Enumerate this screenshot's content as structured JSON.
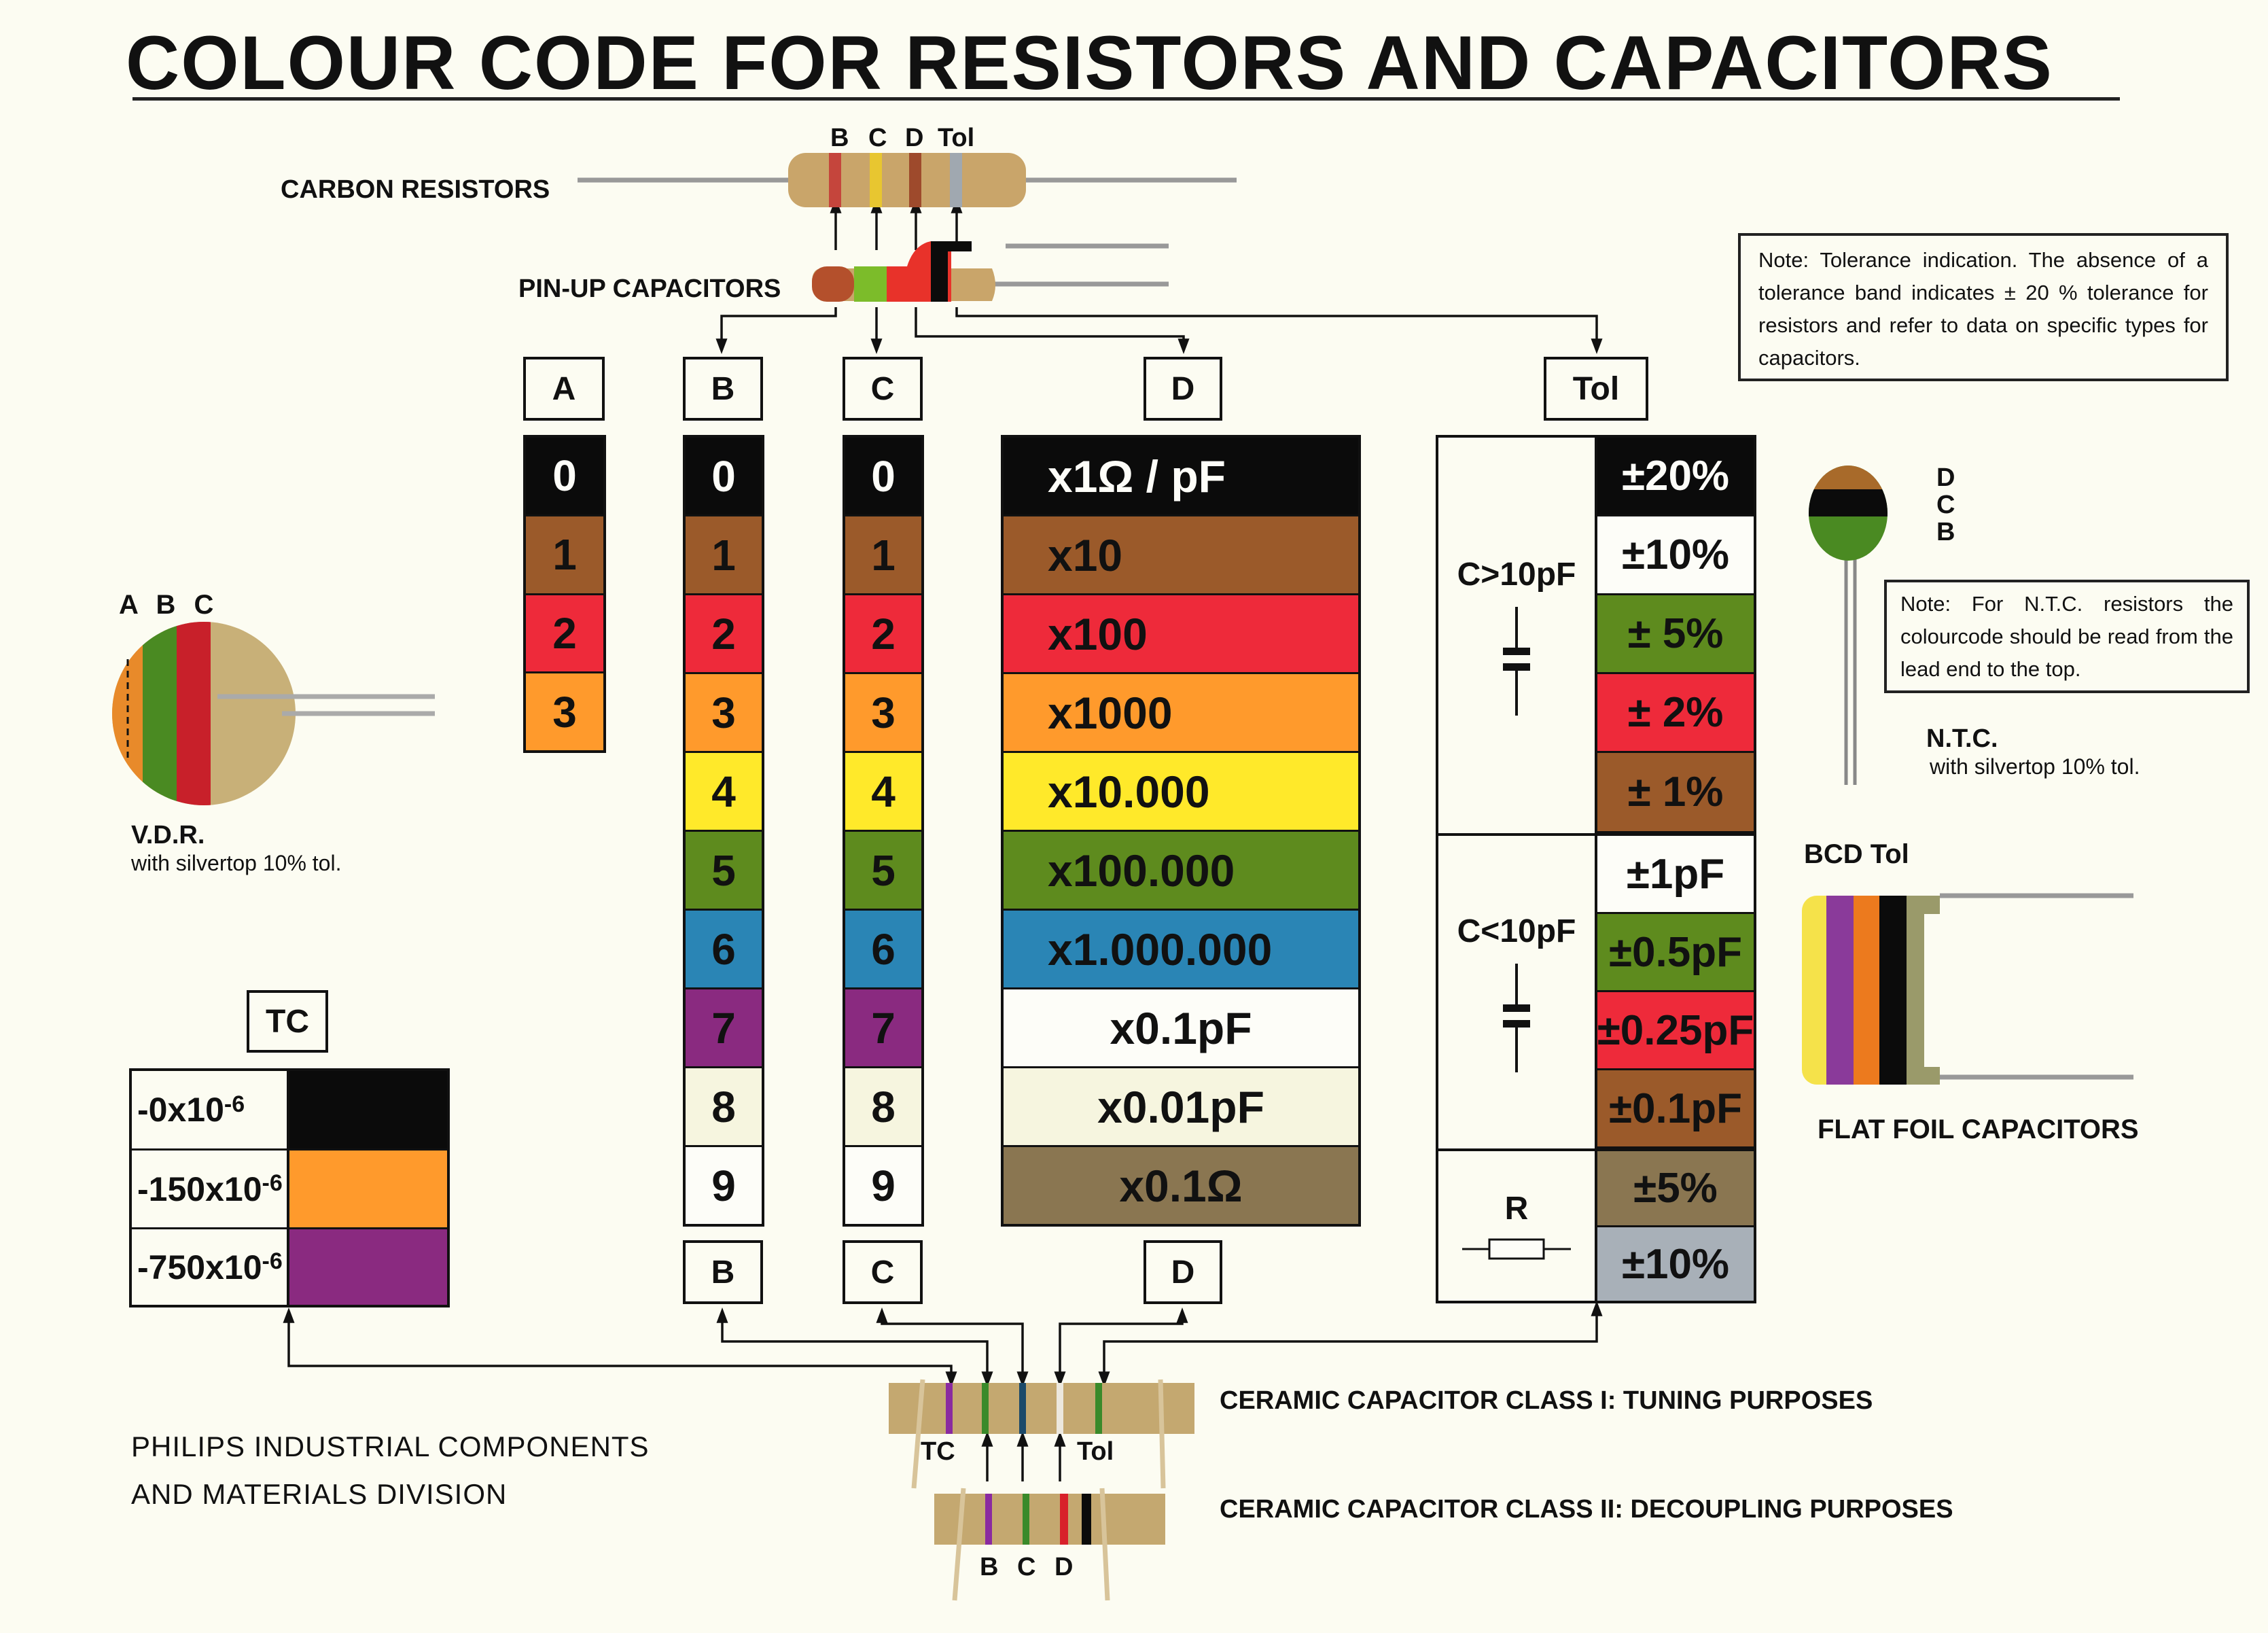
{
  "title": "COLOUR CODE FOR RESISTORS AND CAPACITORS",
  "colors": {
    "black": "#0b0b0b",
    "brown": "#9b5a2a",
    "red": "#ee2a3a",
    "orange": "#ff9a2c",
    "yellow": "#ffe92a",
    "green": "#5e8b1e",
    "blue": "#2a85b5",
    "violet": "#8a2a80",
    "grey": "#a8b0b8",
    "white": "#fdfdf8",
    "cream": "#f6f5df",
    "gold": "#8a7651",
    "page": "#fcfcf2"
  },
  "components": {
    "carbon_resistors": {
      "label": "CARBON RESISTORS",
      "band_labels": [
        "B",
        "C",
        "D",
        "Tol"
      ]
    },
    "pinup_capacitors": {
      "label": "PIN-UP CAPACITORS"
    },
    "vdr": {
      "band_labels": "A B C",
      "title": "V.D.R.",
      "subtitle": "with silvertop 10% tol."
    },
    "ntc": {
      "band_labels": [
        "D",
        "C",
        "B"
      ],
      "title": "N.T.C.",
      "subtitle": "with silvertop 10% tol."
    },
    "flat_foil": {
      "band_labels": "BCD Tol",
      "label": "FLAT FOIL CAPACITORS"
    },
    "ceramic_class1": {
      "label": "CERAMIC CAPACITOR CLASS  I: TUNING PURPOSES",
      "tc_label": "TC",
      "tol_label": "Tol"
    },
    "ceramic_class2": {
      "label": "CERAMIC CAPACITOR CLASS II: DECOUPLING PURPOSES",
      "band_labels": [
        "B",
        "C",
        "D"
      ]
    }
  },
  "notes": {
    "tolerance": "Note: Tolerance indication. The absence of a tolerance band indicates ± 20 % tolerance for resistors and refer to data on specific types for capacitors.",
    "ntc": "Note: For N.T.C. resistors the colourcode should be read from the lead end to the top."
  },
  "headers": {
    "A": "A",
    "B": "B",
    "C": "C",
    "D": "D",
    "Tol": "Tol",
    "TC": "TC"
  },
  "columns": {
    "A": [
      {
        "value": "0",
        "color": "black"
      },
      {
        "value": "1",
        "color": "brown"
      },
      {
        "value": "2",
        "color": "red"
      },
      {
        "value": "3",
        "color": "orange"
      }
    ],
    "B": [
      {
        "value": "0",
        "color": "black"
      },
      {
        "value": "1",
        "color": "brown"
      },
      {
        "value": "2",
        "color": "red"
      },
      {
        "value": "3",
        "color": "orange"
      },
      {
        "value": "4",
        "color": "yellow"
      },
      {
        "value": "5",
        "color": "green"
      },
      {
        "value": "6",
        "color": "blue"
      },
      {
        "value": "7",
        "color": "violet"
      },
      {
        "value": "8",
        "color": "cream"
      },
      {
        "value": "9",
        "color": "white"
      }
    ],
    "C": [
      {
        "value": "0",
        "color": "black"
      },
      {
        "value": "1",
        "color": "brown"
      },
      {
        "value": "2",
        "color": "red"
      },
      {
        "value": "3",
        "color": "orange"
      },
      {
        "value": "4",
        "color": "yellow"
      },
      {
        "value": "5",
        "color": "green"
      },
      {
        "value": "6",
        "color": "blue"
      },
      {
        "value": "7",
        "color": "violet"
      },
      {
        "value": "8",
        "color": "cream"
      },
      {
        "value": "9",
        "color": "white"
      }
    ],
    "D": [
      {
        "value": "x1Ω / pF",
        "color": "black"
      },
      {
        "value": "x10",
        "color": "brown"
      },
      {
        "value": "x100",
        "color": "red"
      },
      {
        "value": "x1000",
        "color": "orange"
      },
      {
        "value": "x10.000",
        "color": "yellow"
      },
      {
        "value": "x100.000",
        "color": "green"
      },
      {
        "value": "x1.000.000",
        "color": "blue"
      },
      {
        "value": "x0.1pF",
        "color": "white"
      },
      {
        "value": "x0.01pF",
        "color": "cream"
      },
      {
        "value": "x0.1Ω",
        "color": "gold"
      }
    ]
  },
  "tolerance": {
    "groups": [
      {
        "label": "C>10pF",
        "symbol": "capacitor",
        "rows": [
          {
            "value": "±20%",
            "color": "black"
          },
          {
            "value": "±10%",
            "color": "white"
          },
          {
            "value": "± 5%",
            "color": "green"
          },
          {
            "value": "± 2%",
            "color": "red"
          },
          {
            "value": "± 1%",
            "color": "brown"
          }
        ]
      },
      {
        "label": "C<10pF",
        "symbol": "capacitor",
        "rows": [
          {
            "value": "±1pF",
            "color": "white"
          },
          {
            "value": "±0.5pF",
            "color": "green"
          },
          {
            "value": "±0.25pF",
            "color": "red"
          },
          {
            "value": "±0.1pF",
            "color": "brown"
          }
        ]
      },
      {
        "label": "R",
        "symbol": "resistor",
        "rows": [
          {
            "value": "±5%",
            "color": "gold"
          },
          {
            "value": "±10%",
            "color": "grey"
          }
        ]
      }
    ]
  },
  "tc": {
    "rows": [
      {
        "base": "-0x10",
        "exp": "-6",
        "color": "black"
      },
      {
        "base": "-150x10",
        "exp": "-6",
        "color": "orange"
      },
      {
        "base": "-750x10",
        "exp": "-6",
        "color": "violet"
      }
    ]
  },
  "footer": {
    "line1": "PHILIPS INDUSTRIAL COMPONENTS",
    "line2": "AND MATERIALS DIVISION"
  }
}
